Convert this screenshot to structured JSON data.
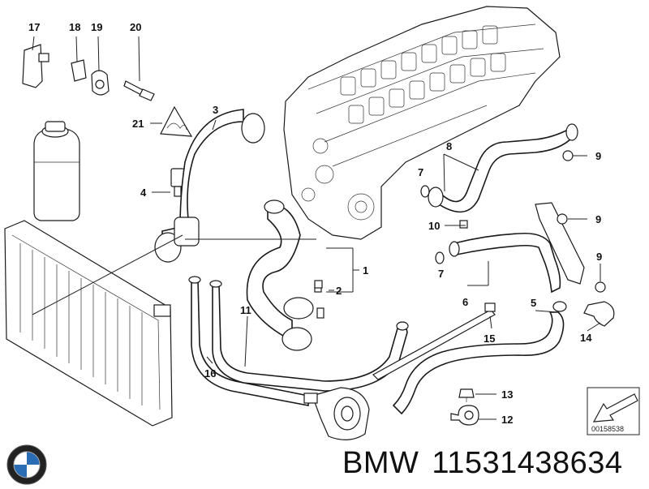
{
  "diagram": {
    "callouts": [
      "17",
      "18",
      "19",
      "20",
      "21",
      "3",
      "4",
      "1",
      "2",
      "8",
      "7",
      "9",
      "10",
      "9",
      "9",
      "7",
      "6",
      "5",
      "11",
      "16",
      "15",
      "14",
      "13",
      "12"
    ],
    "reference_code": "00158538"
  },
  "footer": {
    "brand": "BMW",
    "part_number": "11531438634"
  },
  "colors": {
    "line": "#222222",
    "background": "#ffffff"
  },
  "icons": {
    "logo": "bmw-roundel-icon"
  }
}
